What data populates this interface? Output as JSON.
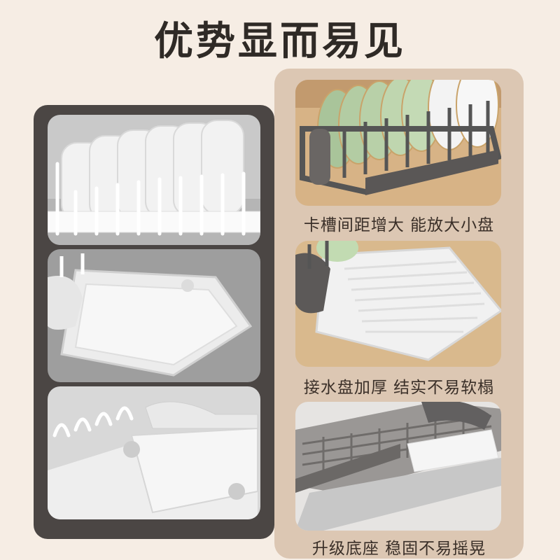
{
  "title": "优势显而易见",
  "captions": [
    "卡槽间距增大 能放大小盘",
    "接水盘加厚 结实不易软榻",
    "升级底座 稳固不易摇晃"
  ],
  "colors": {
    "background": "#f6ede4",
    "left_panel": "#4b4644",
    "right_panel": "#dcc7b3",
    "text": "#2f2a26"
  }
}
